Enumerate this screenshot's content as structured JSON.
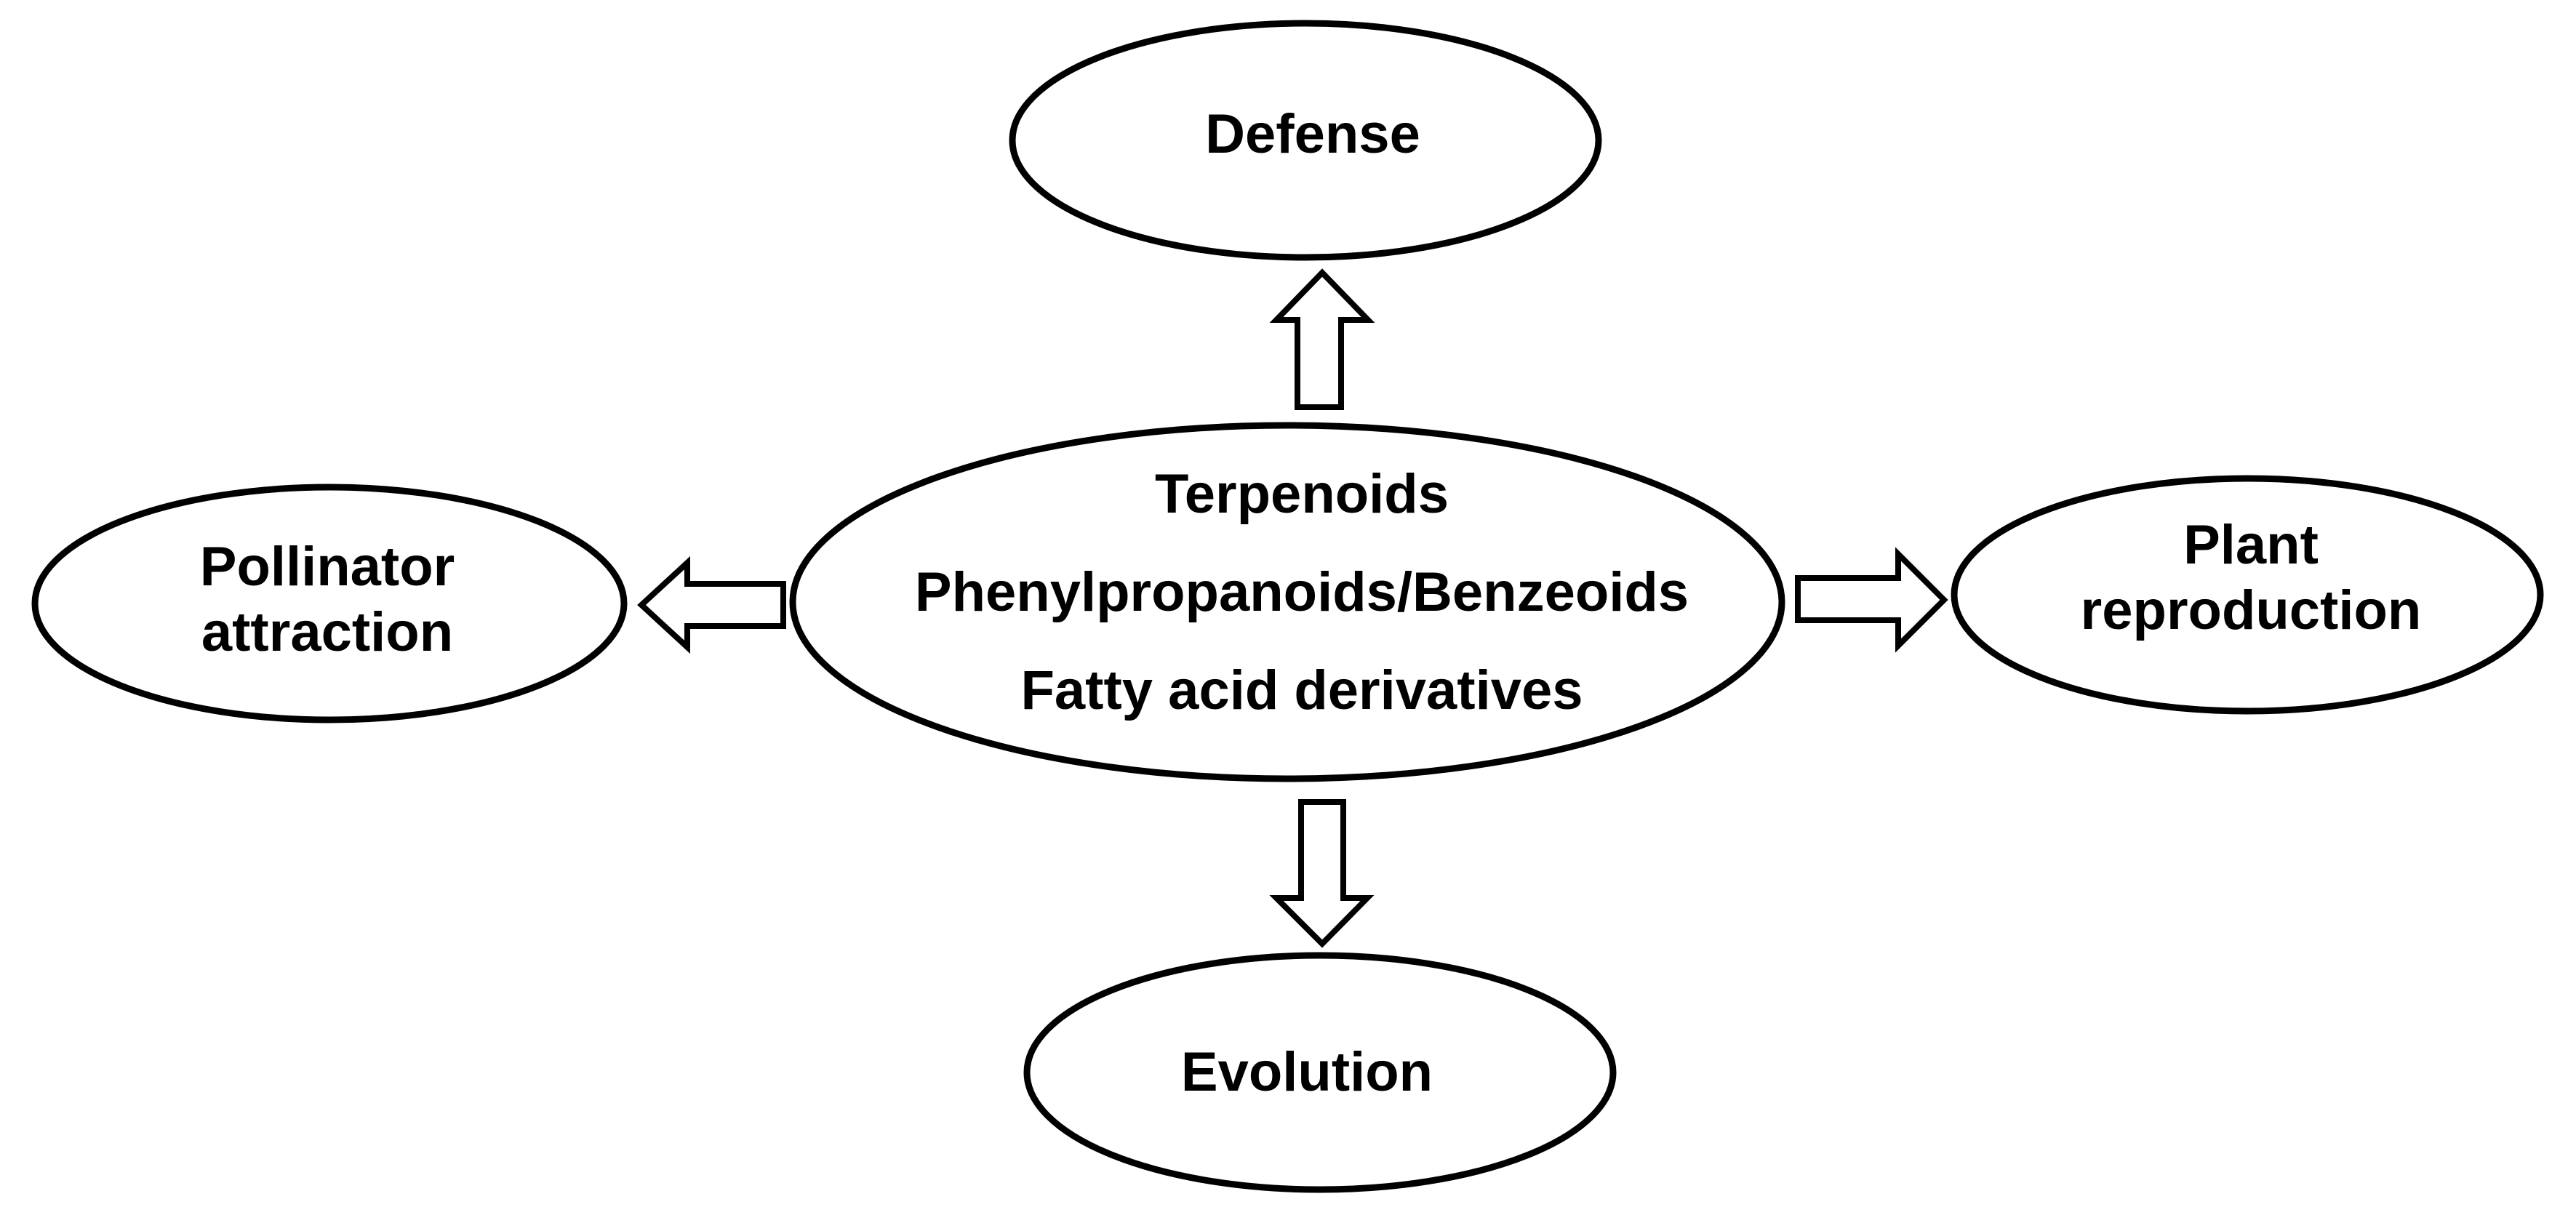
{
  "diagram": {
    "center": {
      "lines": [
        "Terpenoids",
        "Phenylpropanoids/Benzeoids",
        "Fatty acid derivatives"
      ]
    },
    "defense": {
      "label": "Defense"
    },
    "evolution": {
      "label": "Evolution"
    },
    "pollinator": {
      "lines": [
        "Pollinator",
        "attraction"
      ]
    },
    "reproduction": {
      "lines": [
        "Plant",
        "reproduction"
      ]
    }
  }
}
